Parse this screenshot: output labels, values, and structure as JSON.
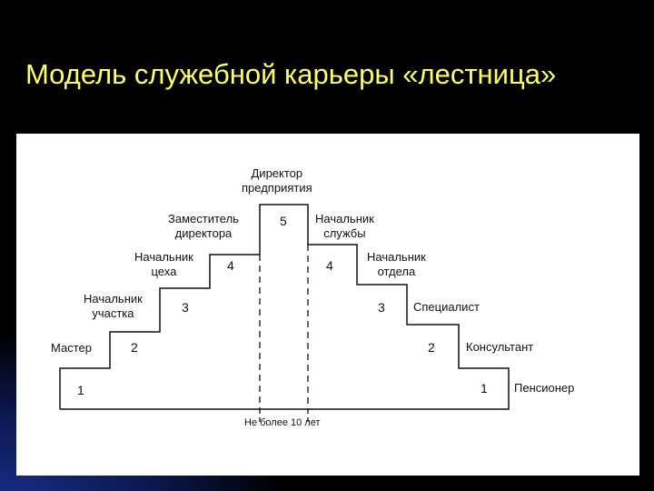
{
  "slide": {
    "title": "Модель служебной карьеры «лестница»",
    "title_color": "#ffff66",
    "background": "#000000"
  },
  "diagram": {
    "left": {
      "master": "Мастер",
      "section_head": "Начальник\nучастка",
      "shop_head": "Начальник\nцеха",
      "deputy_director": "Заместитель\nдиректора"
    },
    "top": {
      "director": "Директор\nпредприятия"
    },
    "right": {
      "service_head": "Начальник\nслужбы",
      "dept_head": "Начальник\nотдела",
      "specialist": "Специалист",
      "consultant": "Консультант",
      "pensioner": "Пенсионер"
    },
    "numbers": {
      "l1": "1",
      "l2": "2",
      "l3": "3",
      "l4": "4",
      "top": "5",
      "r4": "4",
      "r3": "3",
      "r2": "2",
      "r1": "1"
    },
    "footnote": "Не более 10 лет"
  }
}
